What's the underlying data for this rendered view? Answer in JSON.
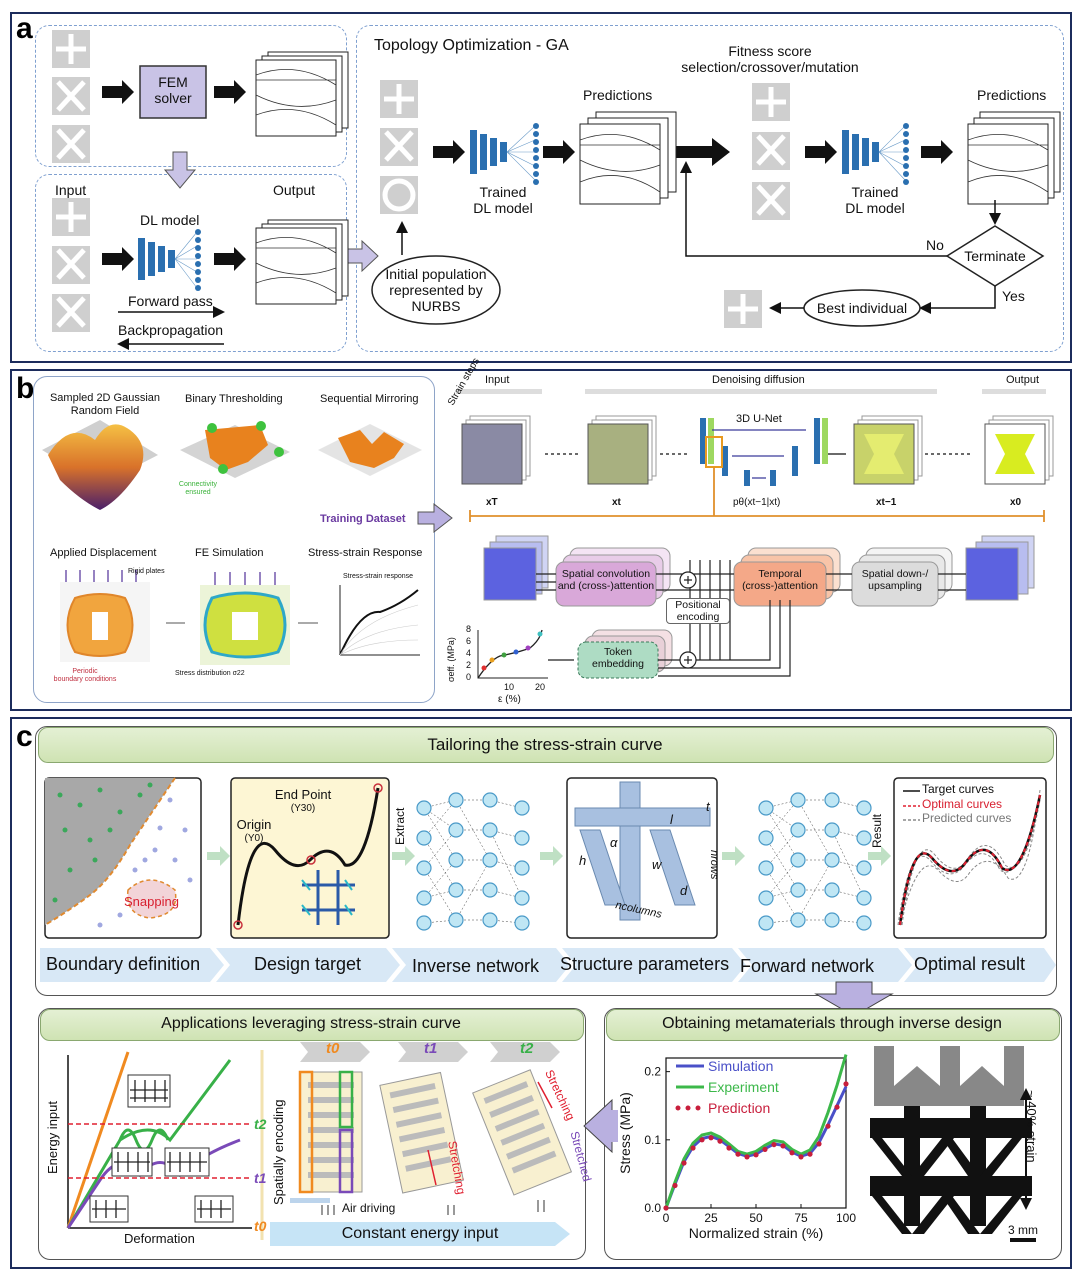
{
  "panels": {
    "a": "a",
    "b": "b",
    "c": "c"
  },
  "a": {
    "fem_solver": [
      "FEM",
      "solver"
    ],
    "input": "Input",
    "output": "Output",
    "dl_model": "DL model",
    "forward_pass": "Forward pass",
    "backpropagation": "Backpropagation",
    "topology_title": "Topology Optimization - GA",
    "predictions": "Predictions",
    "fitness": [
      "Fitness score",
      "selection/crossover/mutation"
    ],
    "trained_dl_model": [
      "Trained",
      "DL model"
    ],
    "initial_population": [
      "Initial population",
      "represented by",
      "NURBS"
    ],
    "no": "No",
    "yes": "Yes",
    "terminate": "Terminate",
    "best_individual": "Best individual"
  },
  "b": {
    "sampled": [
      "Sampled 2D Gaussian",
      "Random Field"
    ],
    "binary": "Binary Thresholding",
    "sequential": "Sequential Mirroring",
    "connectivity": [
      "Connectivity",
      "ensured"
    ],
    "training_dataset": "Training Dataset",
    "applied_disp": "Applied Displacement",
    "fe_sim": "FE Simulation",
    "ss_response": "Stress-strain Response",
    "rigid_plates": "Rigid plates",
    "periodic": [
      "Periodic",
      "boundary conditions"
    ],
    "stress_dist": "Stress distribution σ22",
    "ss_small_title": "Stress-strain response",
    "input": "Input",
    "denoising": "Denoising diffusion",
    "output": "Output",
    "strain_steps": [
      "Strain",
      "steps"
    ],
    "unet": "3D U-Net",
    "xT": "xT",
    "xt": "xt",
    "xt1": "xt−1",
    "x0": "x0",
    "ptheta": "pθ(xt−1|xt)",
    "spatial_conv": [
      "Spatial convolution",
      "and (cross-)attention"
    ],
    "positional": [
      "Positional",
      "encoding"
    ],
    "temporal": [
      "Temporal",
      "(cross-)attention"
    ],
    "spatial_down": [
      "Spatial down-/",
      "upsampling"
    ],
    "token": [
      "Token",
      "embedding"
    ],
    "eps_label": "ε (%)",
    "sigma_label": "σeff. (MPa)",
    "small_y_ticks": [
      "0",
      "2",
      "4",
      "6",
      "8"
    ],
    "small_x_ticks": [
      "10",
      "20"
    ]
  },
  "c": {
    "tailoring": "Tailoring the stress-strain curve",
    "snapping": "Snapping",
    "end_point": [
      "End Point",
      "(Y30)"
    ],
    "origin": [
      "Origin",
      "(Y0)"
    ],
    "extract": "Extract",
    "result": "Result",
    "legend": [
      "Target curves",
      "Optimal curves",
      "Predicted curves"
    ],
    "flow": [
      "Boundary definition",
      "Design target",
      "Inverse network",
      "Structure parameters",
      "Forward network",
      "Optimal result"
    ],
    "params": [
      "α",
      "t",
      "l",
      "h",
      "w",
      "d",
      "nrows",
      "ncolumns"
    ],
    "applications": "Applications leveraging stress-strain curve",
    "obtaining": "Obtaining metamaterials through inverse design",
    "energy_input": "Energy input",
    "deformation": "Deformation",
    "t_labels": [
      "t2",
      "t1",
      "t0"
    ],
    "spatially": "Spatially encoding",
    "stage_labels": [
      "t0",
      "t1",
      "t2"
    ],
    "air_driving": "Air driving",
    "constant_energy": "Constant energy input",
    "stretching": "Stretching",
    "stretched": "Stretched",
    "chart_legend": [
      "Simulation",
      "Experiment",
      "Prediction"
    ],
    "strain_note": "~ 40% strain",
    "scale_bar": "3 mm"
  },
  "chart_data": {
    "type": "line",
    "title": "",
    "xlabel": "Normalized strain (%)",
    "ylabel": "Stress (MPa)",
    "xlim": [
      0,
      100
    ],
    "ylim": [
      0,
      0.22
    ],
    "xticks": [
      "0",
      "25",
      "50",
      "75",
      "100"
    ],
    "yticks": [
      "0.0",
      "0.1",
      "0.2"
    ],
    "series": [
      {
        "name": "Simulation",
        "color": "#4a50c8",
        "x": [
          0,
          5,
          10,
          15,
          20,
          25,
          30,
          35,
          40,
          45,
          50,
          55,
          60,
          65,
          70,
          75,
          80,
          85,
          90,
          95,
          100
        ],
        "y": [
          0,
          0.035,
          0.068,
          0.09,
          0.102,
          0.105,
          0.1,
          0.09,
          0.08,
          0.076,
          0.079,
          0.087,
          0.094,
          0.092,
          0.082,
          0.076,
          0.08,
          0.096,
          0.122,
          0.15,
          0.178
        ]
      },
      {
        "name": "Experiment",
        "color": "#3cb84a",
        "x": [
          0,
          5,
          10,
          15,
          20,
          25,
          30,
          35,
          40,
          45,
          50,
          55,
          60,
          65,
          70,
          75,
          80,
          85,
          90,
          95,
          100
        ],
        "y": [
          0,
          0.038,
          0.072,
          0.095,
          0.107,
          0.11,
          0.104,
          0.094,
          0.083,
          0.079,
          0.083,
          0.092,
          0.099,
          0.097,
          0.086,
          0.079,
          0.085,
          0.105,
          0.14,
          0.18,
          0.225
        ]
      },
      {
        "name": "Prediction",
        "color": "#c81e3c",
        "x": [
          0,
          5,
          10,
          15,
          20,
          25,
          30,
          35,
          40,
          45,
          50,
          55,
          60,
          65,
          70,
          75,
          80,
          85,
          90,
          95,
          100
        ],
        "y": [
          0,
          0.033,
          0.066,
          0.088,
          0.1,
          0.103,
          0.098,
          0.088,
          0.079,
          0.075,
          0.078,
          0.086,
          0.093,
          0.091,
          0.081,
          0.075,
          0.079,
          0.094,
          0.12,
          0.148,
          0.182
        ]
      }
    ]
  }
}
